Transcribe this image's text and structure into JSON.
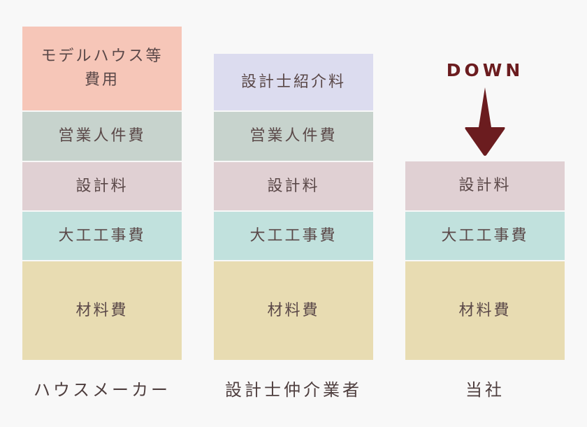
{
  "colors": {
    "background": "#f8f8f8",
    "model_house": "#f6c6b8",
    "sales_personnel": "#c7d3cd",
    "design_fee": "#e0d0d3",
    "carpentry": "#c1e1dd",
    "materials": "#e8dcb2",
    "introduction_fee": "#dcdcef",
    "accent_down": "#6b1c1f",
    "text": "#5a4848"
  },
  "columns": [
    {
      "label": "ハウスメーカー",
      "blocks": [
        {
          "key": "model_house",
          "label": "モデルハウス等費用"
        },
        {
          "key": "sales_personnel",
          "label": "営業人件費"
        },
        {
          "key": "design_fee",
          "label": "設計料"
        },
        {
          "key": "carpentry",
          "label": "大工工事費"
        },
        {
          "key": "materials",
          "label": "材料費"
        }
      ]
    },
    {
      "label": "設計士仲介業者",
      "blocks": [
        {
          "key": "introduction_fee",
          "label": "設計士紹介料"
        },
        {
          "key": "sales_personnel",
          "label": "営業人件費"
        },
        {
          "key": "design_fee",
          "label": "設計料"
        },
        {
          "key": "carpentry",
          "label": "大工工事費"
        },
        {
          "key": "materials",
          "label": "材料費"
        }
      ]
    },
    {
      "label": "当社",
      "blocks": [
        {
          "key": "design_fee",
          "label": "設計料"
        },
        {
          "key": "carpentry",
          "label": "大工工事費"
        },
        {
          "key": "materials",
          "label": "材料費"
        }
      ]
    }
  ],
  "annotation": {
    "text": "DOWN",
    "icon": "down-arrow-icon"
  },
  "model_house_lines": [
    "モデルハウス等",
    "費用"
  ]
}
